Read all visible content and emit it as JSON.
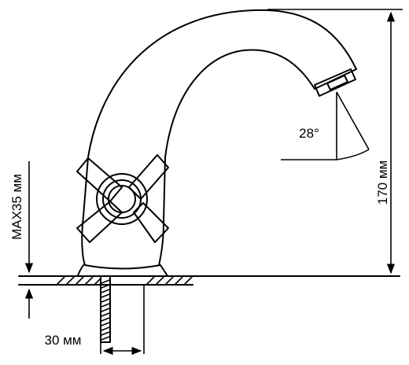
{
  "labels": {
    "height": "170 мм",
    "max_thickness": "MAX35 мм",
    "angle": "28°",
    "thread_width": "30 мм"
  },
  "colors": {
    "stroke": "#000000",
    "background": "#ffffff"
  }
}
